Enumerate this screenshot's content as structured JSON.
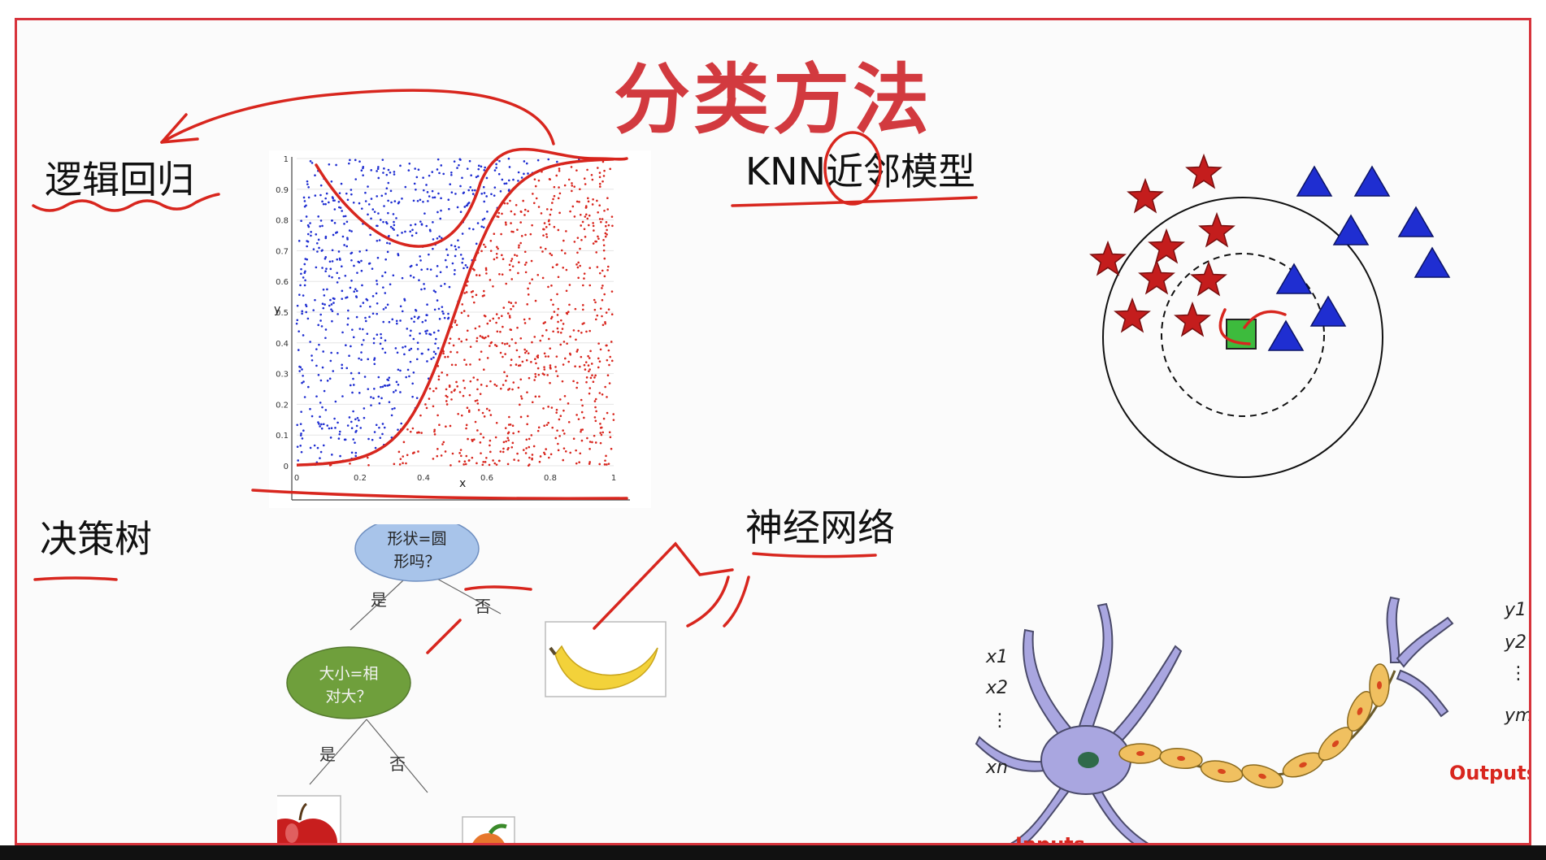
{
  "slide": {
    "title": "分类方法",
    "sections": {
      "logistic": "逻辑回归",
      "knn": "KNN近邻模型",
      "tree": "决策树",
      "nn": "神经网络"
    }
  },
  "logistic_plot": {
    "y_axis_label": "y",
    "x_axis_label": "x",
    "y_ticks": [
      "0",
      "0.1",
      "0.2",
      "0.3",
      "0.4",
      "0.5",
      "0.6",
      "0.7",
      "0.8",
      "0.9",
      "1"
    ],
    "x_ticks": [
      "0",
      "0.2",
      "0.4",
      "0.6",
      "0.8",
      "1"
    ]
  },
  "decision_tree": {
    "root": {
      "line1": "形状=圆",
      "line2": "形吗？"
    },
    "child": {
      "line1": "大小=相",
      "line2": "对大？"
    },
    "yes": "是",
    "no": "否"
  },
  "neural_net": {
    "inputs": [
      "x1",
      "x2",
      "xn"
    ],
    "outputs": [
      "y1",
      "y2",
      "ym"
    ],
    "inputs_label": "Inputs",
    "outputs_label": "Outputs"
  },
  "colors": {
    "accent_red": "#d23a3f",
    "ink_red": "#d8261e",
    "blue": "#1f2ed1",
    "green": "#3dbb3d"
  }
}
